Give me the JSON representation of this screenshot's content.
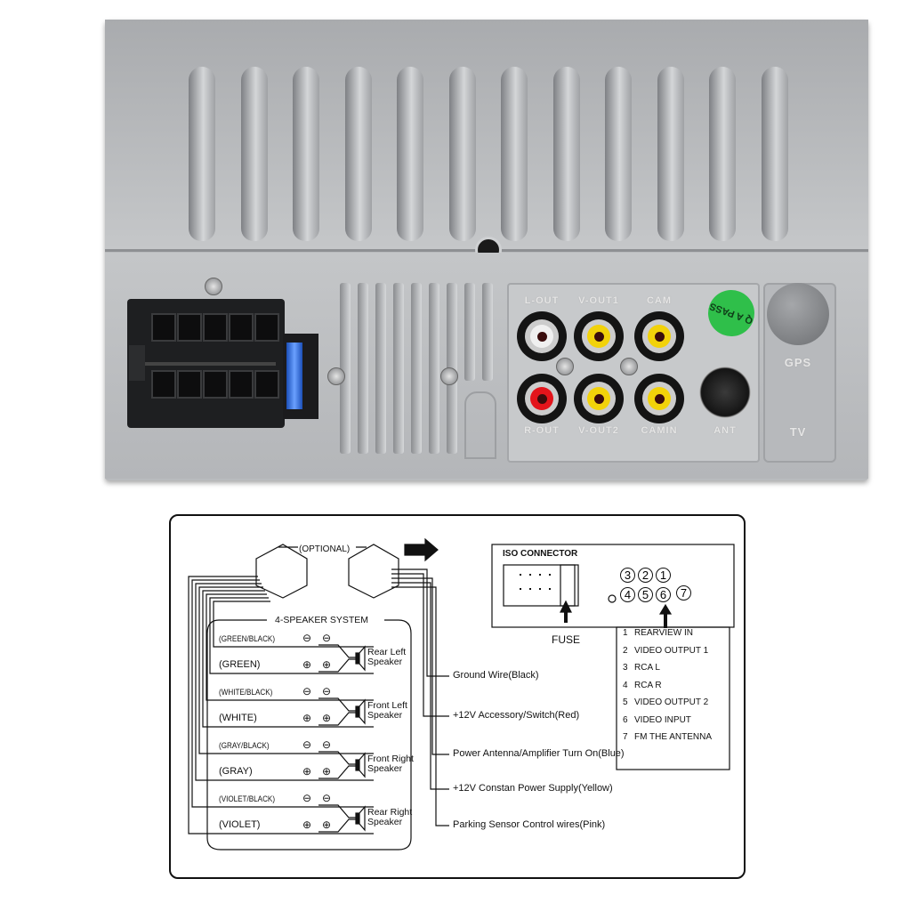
{
  "unit": {
    "rca_labels": {
      "top": [
        "L-OUT",
        "V-OUT1",
        "CAM"
      ],
      "bottom": [
        "R-OUT",
        "V-OUT2",
        "CAMIN"
      ]
    },
    "jack_colors": [
      "#f0f0f0",
      "#f2d20a",
      "#f2d20a",
      "#e3141b",
      "#f2d20a",
      "#f2d20a"
    ],
    "ant_label": "ANT",
    "gps_label": "GPS",
    "tv_label": "TV",
    "qa_sticker": "Q A PASS",
    "fuse_color": "#2a63d6",
    "sticker_color": "#2fbf4a"
  },
  "diagram": {
    "optional_label": "(OPTIONAL)",
    "speaker_system_title": "4-SPEAKER SYSTEM",
    "speakers": [
      {
        "neg_wire": "(GREEN/BLACK)",
        "pos_wire": "(GREEN)",
        "name": [
          "Rear Left",
          "Speaker"
        ]
      },
      {
        "neg_wire": "(WHITE/BLACK)",
        "pos_wire": "(WHITE)",
        "name": [
          "Front Left",
          "Speaker"
        ]
      },
      {
        "neg_wire": "(GRAY/BLACK)",
        "pos_wire": "(GRAY)",
        "name": [
          "Front Right",
          "Speaker"
        ]
      },
      {
        "neg_wire": "(VIOLET/BLACK)",
        "pos_wire": "(VIOLET)",
        "name": [
          "Rear Right",
          "Speaker"
        ]
      }
    ],
    "minus_symbol": "⊖",
    "plus_symbol": "⊕",
    "control_wires": [
      "Ground  Wire(Black)",
      "+12V Accessory/Switch(Red)",
      "Power Antenna/Amplifier Turn On(Blue)",
      "+12V Constan Power Supply(Yellow)",
      "Parking Sensor Control wires(Pink)"
    ],
    "iso_connector_title": "ISO CONNECTOR",
    "fuse_label": "FUSE",
    "port_numbers": [
      "3",
      "2",
      "1",
      "4",
      "5",
      "6",
      "7"
    ],
    "port_legend": [
      {
        "num": "1",
        "label": "REARVIEW IN"
      },
      {
        "num": "2",
        "label": "VIDEO OUTPUT  1"
      },
      {
        "num": "3",
        "label": "RCA L"
      },
      {
        "num": "4",
        "label": "RCA R"
      },
      {
        "num": "5",
        "label": "VIDEO OUTPUT  2"
      },
      {
        "num": "6",
        "label": "VIDEO  INPUT"
      },
      {
        "num": "7",
        "label": "FM THE ANTENNA"
      }
    ]
  }
}
